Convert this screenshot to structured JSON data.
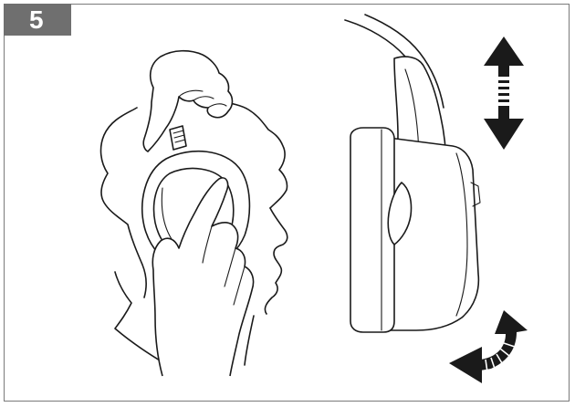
{
  "step": {
    "number": "5"
  },
  "illustration": {
    "left_panel": "head-wearing-headset",
    "right_panel": "earcup-side-view",
    "arrow_vertical": "up-down-adjust-arrow-icon",
    "arrow_rotate": "rotate-tilt-arrow-icon"
  },
  "colors": {
    "badge_background": "#6f6f6f",
    "badge_text": "#ffffff",
    "frame_border": "#7a7a7a",
    "line_art": "#1a1a1a"
  }
}
